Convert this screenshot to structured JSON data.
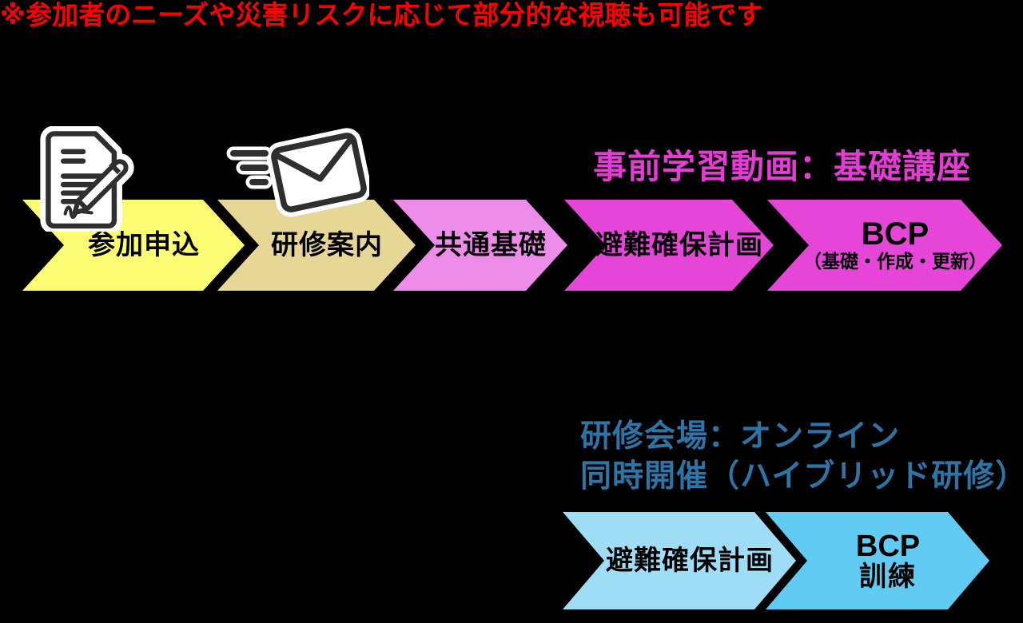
{
  "background_color": "#000000",
  "icon_stroke_color": "#2f2f2f",
  "top_flow": {
    "heading": "事前学習動画：基礎講座",
    "heading_color": "#e53cd5",
    "steps": [
      {
        "label": "参加申込",
        "color": "#fcfc72",
        "icon": "application-form-icon"
      },
      {
        "label": "研修案内",
        "color": "#e7d797",
        "icon": "flying-mail-icon"
      },
      {
        "label": "共通基礎",
        "color": "#ee8ce9"
      },
      {
        "label": "避難確保計画",
        "color": "#e546d8"
      },
      {
        "label": "BCP",
        "sublabel": "（基礎・作成・更新）",
        "color": "#e546d8"
      }
    ]
  },
  "note": {
    "text": "※参加者のニーズや災害リスクに応じて部分的な視聴も可能です",
    "color": "#ff0000"
  },
  "bottom_flow": {
    "heading_line1": "研修会場：オンライン",
    "heading_line2": "同時開催（ハイブリッド研修）",
    "heading_color": "#2d74a7",
    "steps": [
      {
        "label": "避難確保計画",
        "color": "#9fdcf5"
      },
      {
        "label": "BCP",
        "sublabel": "訓練",
        "color": "#62cbf1"
      }
    ]
  }
}
